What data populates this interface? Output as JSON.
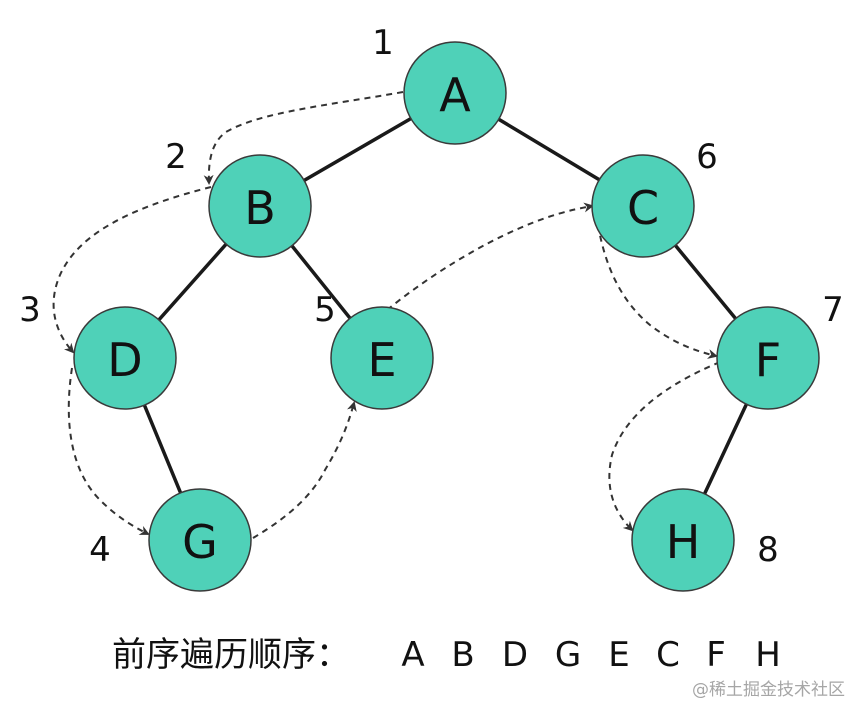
{
  "nodes": [
    {
      "id": "A",
      "label": "A",
      "order": "1"
    },
    {
      "id": "B",
      "label": "B",
      "order": "2"
    },
    {
      "id": "C",
      "label": "C",
      "order": "6"
    },
    {
      "id": "D",
      "label": "D",
      "order": "3"
    },
    {
      "id": "E",
      "label": "E",
      "order": "5"
    },
    {
      "id": "F",
      "label": "F",
      "order": "7"
    },
    {
      "id": "G",
      "label": "G",
      "order": "4"
    },
    {
      "id": "H",
      "label": "H",
      "order": "8"
    }
  ],
  "edges": [
    [
      "A",
      "B"
    ],
    [
      "A",
      "C"
    ],
    [
      "B",
      "D"
    ],
    [
      "B",
      "E"
    ],
    [
      "D",
      "G"
    ],
    [
      "C",
      "F"
    ],
    [
      "F",
      "H"
    ]
  ],
  "traversal_path": [
    [
      "A",
      "B"
    ],
    [
      "B",
      "D"
    ],
    [
      "D",
      "G"
    ],
    [
      "G",
      "E"
    ],
    [
      "E",
      "C"
    ],
    [
      "C",
      "F"
    ],
    [
      "F",
      "H"
    ]
  ],
  "caption": {
    "label": "前序遍历顺序：",
    "sequence": [
      "A",
      "B",
      "D",
      "G",
      "E",
      "C",
      "F",
      "H"
    ]
  },
  "watermark": "@稀土掘金技术社区",
  "colors": {
    "node_fill": "#4fd1b8",
    "edge": "#1a1a1a",
    "dashed": "#333333"
  }
}
